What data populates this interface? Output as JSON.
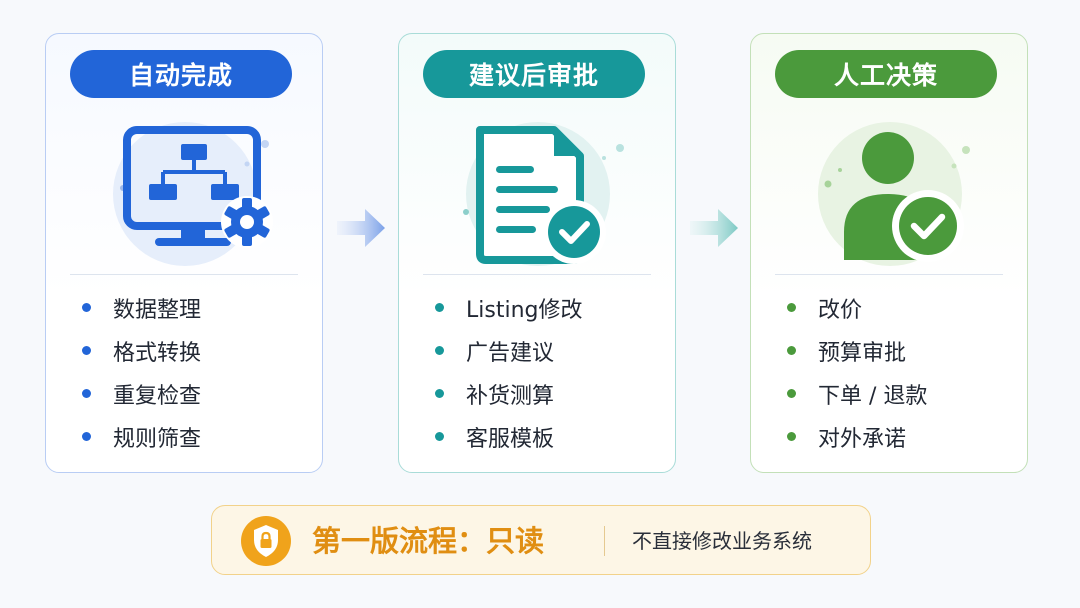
{
  "cards": [
    {
      "title": "自动完成",
      "icon": "monitor-flowchart-gear-icon",
      "accent": "#2265d8",
      "items": [
        "数据整理",
        "格式转换",
        "重复检查",
        "规则筛查"
      ]
    },
    {
      "title": "建议后审批",
      "icon": "document-check-icon",
      "accent": "#17989a",
      "items": [
        "Listing修改",
        "广告建议",
        "补货测算",
        "客服模板"
      ]
    },
    {
      "title": "人工决策",
      "icon": "person-check-icon",
      "accent": "#4b9a3c",
      "items": [
        "改价",
        "预算审批",
        "下单 / 退款",
        "对外承诺"
      ]
    }
  ],
  "banner": {
    "icon": "shield-lock-icon",
    "accent": "#f0a31b",
    "title": "第一版流程：只读",
    "note": "不直接修改业务系统"
  }
}
